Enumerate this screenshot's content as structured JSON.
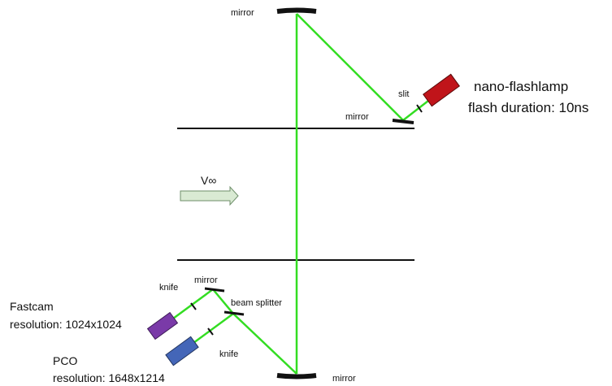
{
  "labels": {
    "mirror_top": "mirror",
    "mirror_right": "mirror",
    "slit": "slit",
    "flashlamp_title": "nano-flashlamp",
    "flash_duration": "flash duration: 10ns",
    "velocity": "V∞",
    "mirror_lower": "mirror",
    "knife_upper": "knife",
    "beam_splitter": "beam splitter",
    "fastcam_name": "Fastcam",
    "fastcam_resolution": "resolution: 1024x1024",
    "knife_lower": "knife",
    "pco_name": "PCO",
    "pco_resolution": "resolution: 1648x1214",
    "mirror_bottom": "mirror"
  },
  "colors": {
    "beam": "#33dd22",
    "flashlamp": "#c0141a",
    "fastcam": "#7a3aa8",
    "pco": "#4466b8",
    "flow_arrow_fill": "#d9ead3",
    "flow_arrow_stroke": "#6e8f6a",
    "element": "#111111"
  }
}
